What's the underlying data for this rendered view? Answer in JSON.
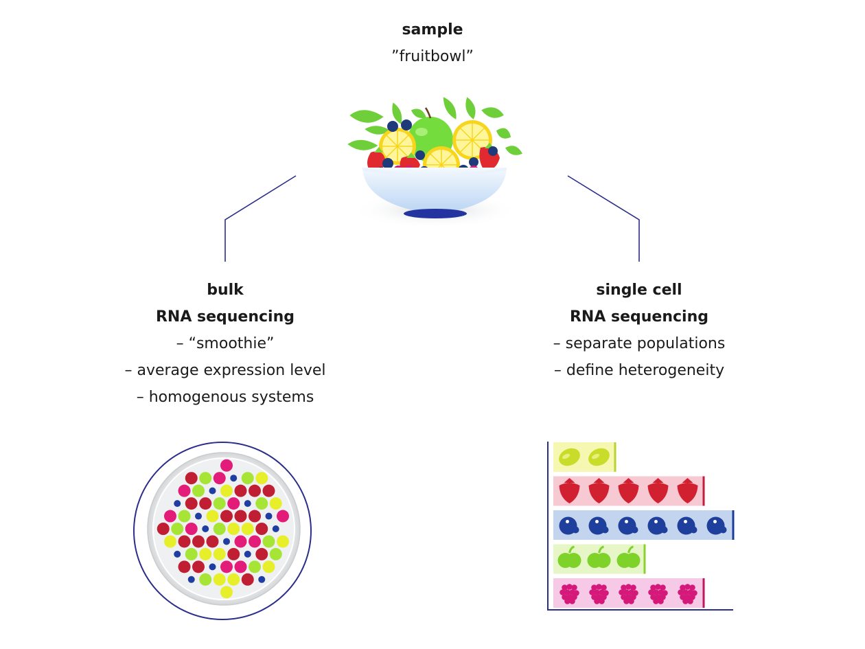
{
  "sample": {
    "title": "sample",
    "subtitle": "”fruitbowl”"
  },
  "bulk": {
    "title_line1": "bulk",
    "title_line2": "RNA sequencing",
    "points": [
      "– “smoothie”",
      "– average expression level",
      "– homogenous systems"
    ]
  },
  "single_cell": {
    "title_line1": "single cell",
    "title_line2": "RNA sequencing",
    "points": [
      "– separate populations",
      "– define heterogeneity"
    ]
  },
  "populations": [
    {
      "fruit": "lemon",
      "count": 2,
      "bg": "#f6f7b0",
      "color": "#c8dd2a",
      "edge": "#b9d334"
    },
    {
      "fruit": "strawberry",
      "count": 5,
      "bg": "#f7c9d3",
      "color": "#d12030",
      "edge": "#c01e3c"
    },
    {
      "fruit": "blueberry",
      "count": 6,
      "bg": "#c3d4ee",
      "color": "#1e3f9c",
      "edge": "#1d3a98"
    },
    {
      "fruit": "apple",
      "count": 3,
      "bg": "#e6f6c6",
      "color": "#7fd22a",
      "edge": "#8ad12e"
    },
    {
      "fruit": "raspberry",
      "count": 5,
      "bg": "#f6c9e6",
      "color": "#d4197a",
      "edge": "#c0185e"
    }
  ],
  "colors": {
    "line": "#2b2d8a",
    "red": "#c01e32",
    "pink": "#e21c78",
    "lime": "#a6e436",
    "yellow": "#e6ef2a",
    "blue": "#1f3ea0"
  }
}
